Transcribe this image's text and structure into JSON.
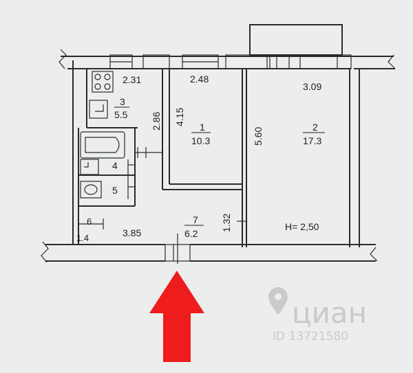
{
  "rooms": [
    {
      "id": "kitchen",
      "number": "3",
      "area": "5.5",
      "width": "2.31",
      "length": "2.86"
    },
    {
      "id": "room1",
      "number": "1",
      "area": "10.3",
      "width": "2.48",
      "length": "4.15"
    },
    {
      "id": "room2",
      "number": "2",
      "area": "17.3",
      "width": "3.09",
      "length": "5.60"
    },
    {
      "id": "bath",
      "number": "4"
    },
    {
      "id": "wc",
      "number": "5"
    },
    {
      "id": "storage",
      "number": "6",
      "area": "1.4"
    },
    {
      "id": "hall",
      "number": "7",
      "area": "6.2",
      "width": "3.85",
      "length": "1.32"
    }
  ],
  "ceiling_height": "H= 2,50",
  "watermark": {
    "brand": "циан",
    "id_text": "ID 13721580"
  },
  "colors": {
    "background": "#eceeee",
    "walls": "#2a2a2a",
    "arrow": "#ee1c1c"
  }
}
